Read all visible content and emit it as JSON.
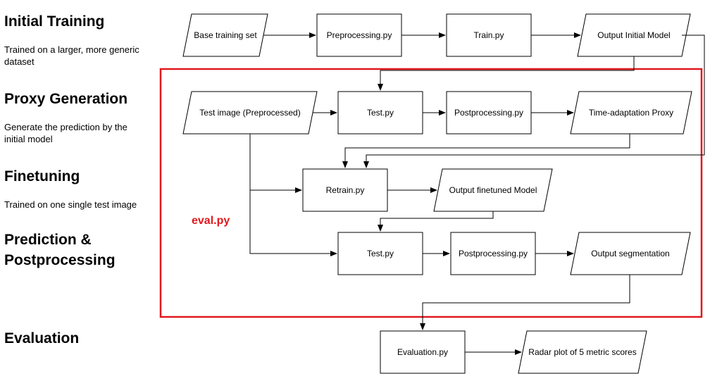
{
  "stages": {
    "initial_training": {
      "title": "Initial Training",
      "desc": "Trained on a larger, more generic dataset"
    },
    "proxy_generation": {
      "title": "Proxy Generation",
      "desc": "Generate the prediction by the initial model"
    },
    "finetuning": {
      "title": "Finetuning",
      "desc": "Trained on one single test image"
    },
    "prediction": {
      "title": "Prediction & Postprocessing"
    },
    "evaluation": {
      "title": "Evaluation"
    }
  },
  "eval_box_label": "eval.py",
  "accent_color": "#e0191e",
  "nodes": {
    "base_training_set": "Base training set",
    "preprocessing": "Preprocessing.py",
    "train": "Train.py",
    "output_initial_model": "Output Initial Model",
    "test_image": "Test image (Preprocessed)",
    "test1": "Test.py",
    "postprocessing1": "Postprocessing.py",
    "time_adaptation_proxy": "Time-adaptation Proxy",
    "retrain": "Retrain.py",
    "output_finetuned_model": "Output finetuned Model",
    "test2": "Test.py",
    "postprocessing2": "Postprocessing.py",
    "output_segmentation": "Output segmentation",
    "evaluation_py": "Evaluation.py",
    "radar_plot": "Radar plot of 5 metric scores"
  }
}
